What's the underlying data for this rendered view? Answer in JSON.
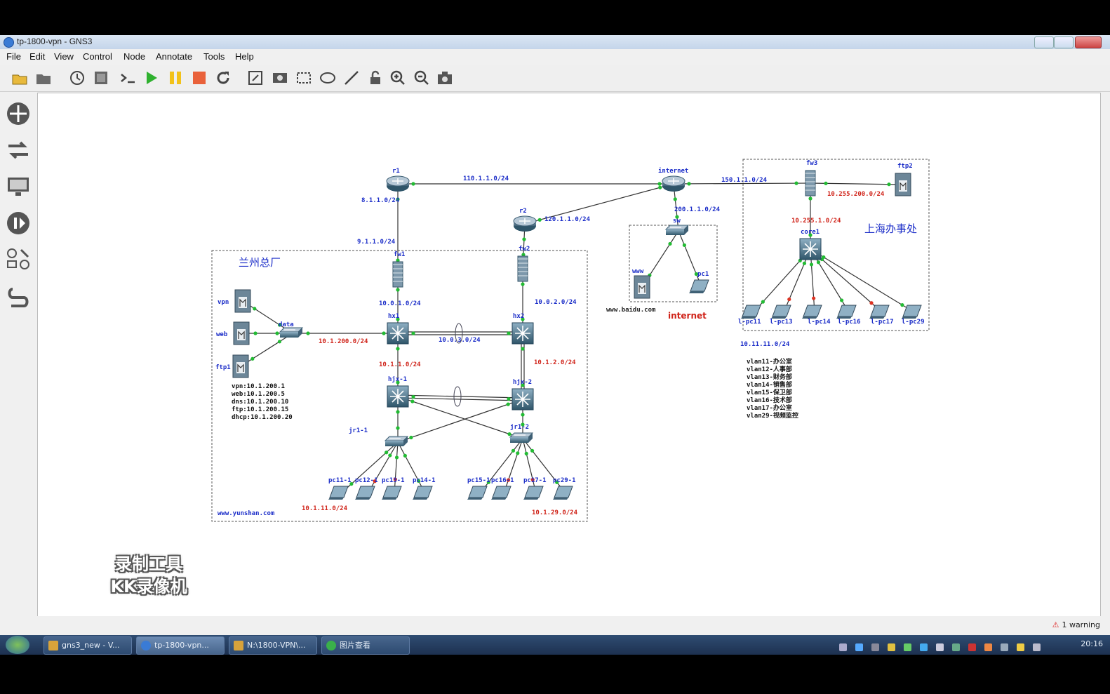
{
  "window": {
    "title": "tp-1800-vpn - GNS3"
  },
  "menu": [
    "File",
    "Edit",
    "View",
    "Control",
    "Node",
    "Annotate",
    "Tools",
    "Help"
  ],
  "toolbar": [
    "open-project-icon",
    "folder-icon",
    "snapshot-icon",
    "preferences-icon",
    "console-icon",
    "start-icon",
    "pause-icon",
    "stop-icon",
    "reload-icon",
    "edit-note-icon",
    "screenshot-image-icon",
    "rectangle-icon",
    "ellipse-icon",
    "line-icon",
    "lock-icon",
    "zoom-in-icon",
    "zoom-out-icon",
    "camera-icon"
  ],
  "sidebar": [
    "browse-routers-icon",
    "browse-switches-icon",
    "browse-end-devices-icon",
    "browse-security-icon",
    "browse-all-devices-icon",
    "add-link-icon"
  ],
  "colors": {
    "link": "#333333",
    "port_up": "#22bb33",
    "port_down": "#dd3322",
    "label_blue": "#1a2cc8",
    "label_red": "#d0241a"
  },
  "topology": {
    "zones": {
      "lanzhou": "兰州总厂",
      "shanghai": "上海办事处",
      "internet": "internet"
    },
    "nodes": {
      "r1": "r1",
      "r2": "r2",
      "internet": "internet",
      "fw1": "fw1",
      "fw2": "fw2",
      "fw3": "fw3",
      "ftp2": "ftp2",
      "sw": "sw",
      "www": "www",
      "pc1": "pc1",
      "core1": "core1",
      "hx1": "hx1",
      "hx2": "hx2",
      "hjx1": "hjx-1",
      "hjx2": "hjx-2",
      "jr11": "jr1-1",
      "jr12": "jr1-2",
      "data": "data",
      "vpn": "vpn",
      "web": "web",
      "ftp1": "ftp1",
      "pc11": "pc11-1",
      "pc12": "pc12-1",
      "pc13": "pc13-1",
      "pc14": "pc14-1",
      "pc15": "pc15-1",
      "pc16": "pc16-1",
      "pc17": "pc17-1",
      "pc29": "pc29-1",
      "lpc11": "l-pc11",
      "lpc13": "l-pc13",
      "lpc14": "l-pc14",
      "lpc16": "l-pc16",
      "lpc17": "l-pc17",
      "lpc29": "l-pc29"
    },
    "subnets": {
      "r1_internet": "110.1.1.0/24",
      "r1_down": "8.1.1.0/24",
      "r1_fw1": "9.1.1.0/24",
      "r2_internet": "120.1.1.0/24",
      "internet_fw3": "150.1.1.0/24",
      "internet_sw": "200.1.1.0/24",
      "fw3_ftp2": "10.255.200.0/24",
      "fw3_core": "10.255.1.0/24",
      "fw1_hx1": "10.0.1.0/24",
      "fw2_hx2": "10.0.2.0/24",
      "hx_link": "10.0.3.0/24",
      "data_net": "10.1.200.0/24",
      "hx1_hjx1": "10.1.1.0/24",
      "hx2_hjx2": "10.1.2.0/24",
      "lan_left": "10.1.11.0/24",
      "lan_right": "10.1.29.0/24",
      "shanghai_lan": "10.11.11.0/24",
      "baidu": "www.baidu.com",
      "yunshan": "www.yunshan.com"
    },
    "servers": [
      "vpn:10.1.200.1",
      "web:10.1.200.5",
      "dns:10.1.200.10",
      "ftp:10.1.200.15",
      "dhcp:10.1.200.20"
    ],
    "vlans": [
      "vlan11-办公室",
      "vlan12-人事部",
      "vlan13-财务部",
      "vlan14-销售部",
      "vlan15-保卫部",
      "vlan16-技术部",
      "vlan17-办公室",
      "vlan29-视频监控"
    ]
  },
  "watermark": {
    "line1": "录制工具",
    "line2": "KK录像机"
  },
  "status": {
    "warning": "1 warning"
  },
  "taskbar": {
    "tasks": [
      "gns3_new - V...",
      "tp-1800-vpn...",
      "N:\\1800-VPN\\...",
      "图片查看"
    ],
    "clock": "20:16"
  }
}
